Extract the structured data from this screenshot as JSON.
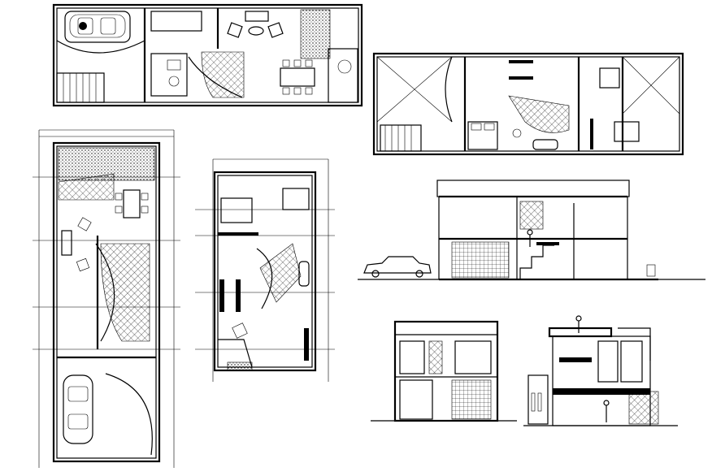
{
  "drawing": {
    "views": [
      "upper-left-plan",
      "upper-right-plan",
      "left-tall-plan",
      "middle-tall-plan",
      "long-section",
      "front-elevation",
      "side-elevation"
    ]
  }
}
